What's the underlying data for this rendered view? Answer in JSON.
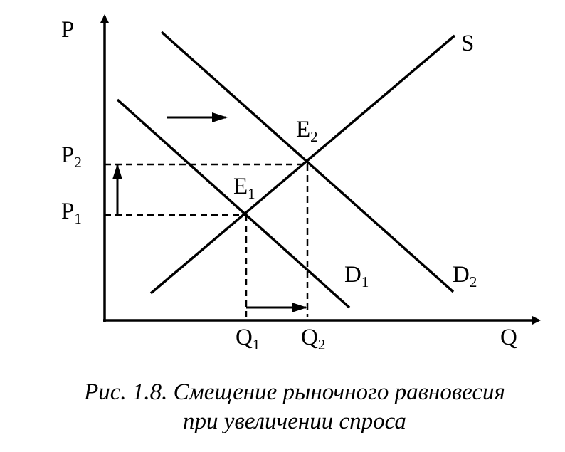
{
  "diagram": {
    "axis_labels": {
      "y": "P",
      "x": "Q"
    },
    "curves": {
      "supply": "S",
      "demand_1": {
        "base": "D",
        "sub": "1"
      },
      "demand_2": {
        "base": "D",
        "sub": "2"
      }
    },
    "equilibria": {
      "e1": {
        "base": "E",
        "sub": "1"
      },
      "e2": {
        "base": "E",
        "sub": "2"
      }
    },
    "price_labels": {
      "p1": {
        "base": "P",
        "sub": "1"
      },
      "p2": {
        "base": "P",
        "sub": "2"
      }
    },
    "quantity_labels": {
      "q1": {
        "base": "Q",
        "sub": "1"
      },
      "q2": {
        "base": "Q",
        "sub": "2"
      }
    }
  },
  "caption": {
    "line1": "Рис. 1.8. Смещение рыночного равновесия",
    "line2": "при увеличении спроса"
  }
}
